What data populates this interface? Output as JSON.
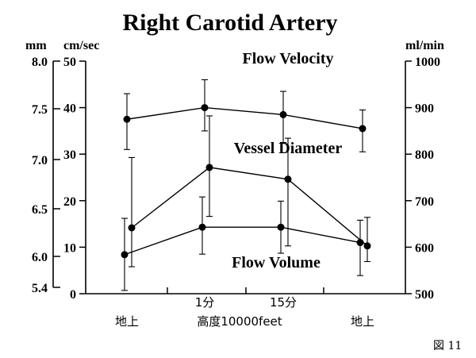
{
  "chart_data": {
    "type": "line",
    "title": "Right Carotid Artery",
    "figure_label": "図 11",
    "categories": [
      "地上",
      "1分",
      "15分",
      "地上"
    ],
    "x_labels": [
      "地上",
      "1分",
      "高度10000feet",
      "15分",
      "地上"
    ],
    "axes": {
      "mm": {
        "unit": "mm",
        "ticks": [
          "8.0",
          "7.5",
          "7.0",
          "6.5",
          "6.0",
          "5.4"
        ],
        "ylim": [
          5.4,
          8.0
        ]
      },
      "velocity": {
        "unit": "cm/sec",
        "ticks": [
          "50",
          "40",
          "30",
          "20",
          "10",
          "0"
        ],
        "ylim": [
          0,
          50
        ]
      },
      "volume": {
        "unit": "ml/min",
        "ticks": [
          "1000",
          "900",
          "800",
          "700",
          "600",
          "500"
        ],
        "ylim": [
          500,
          1000
        ]
      }
    },
    "series": [
      {
        "name": "Flow Velocity",
        "axis": "velocity",
        "values": [
          37.5,
          40,
          38.5,
          35.5
        ],
        "err_low": [
          31,
          35,
          32.5,
          30.5
        ],
        "err_high": [
          43,
          46,
          43.5,
          39.5
        ]
      },
      {
        "name": "Vessel Diameter",
        "axis": "mm",
        "values": [
          6.3,
          6.92,
          6.8,
          6.11
        ],
        "err_low": [
          5.8,
          6.42,
          6.11,
          5.9
        ],
        "err_high": [
          7.02,
          7.43,
          7.21,
          6.41
        ]
      },
      {
        "name": "Flow Volume",
        "axis": "volume",
        "values": [
          584,
          643,
          643,
          610
        ],
        "err_low": [
          507,
          585,
          587,
          539
        ],
        "err_high": [
          662,
          708,
          699,
          658
        ]
      }
    ],
    "series_label_positions": [
      "top",
      "middle",
      "bottom"
    ]
  }
}
